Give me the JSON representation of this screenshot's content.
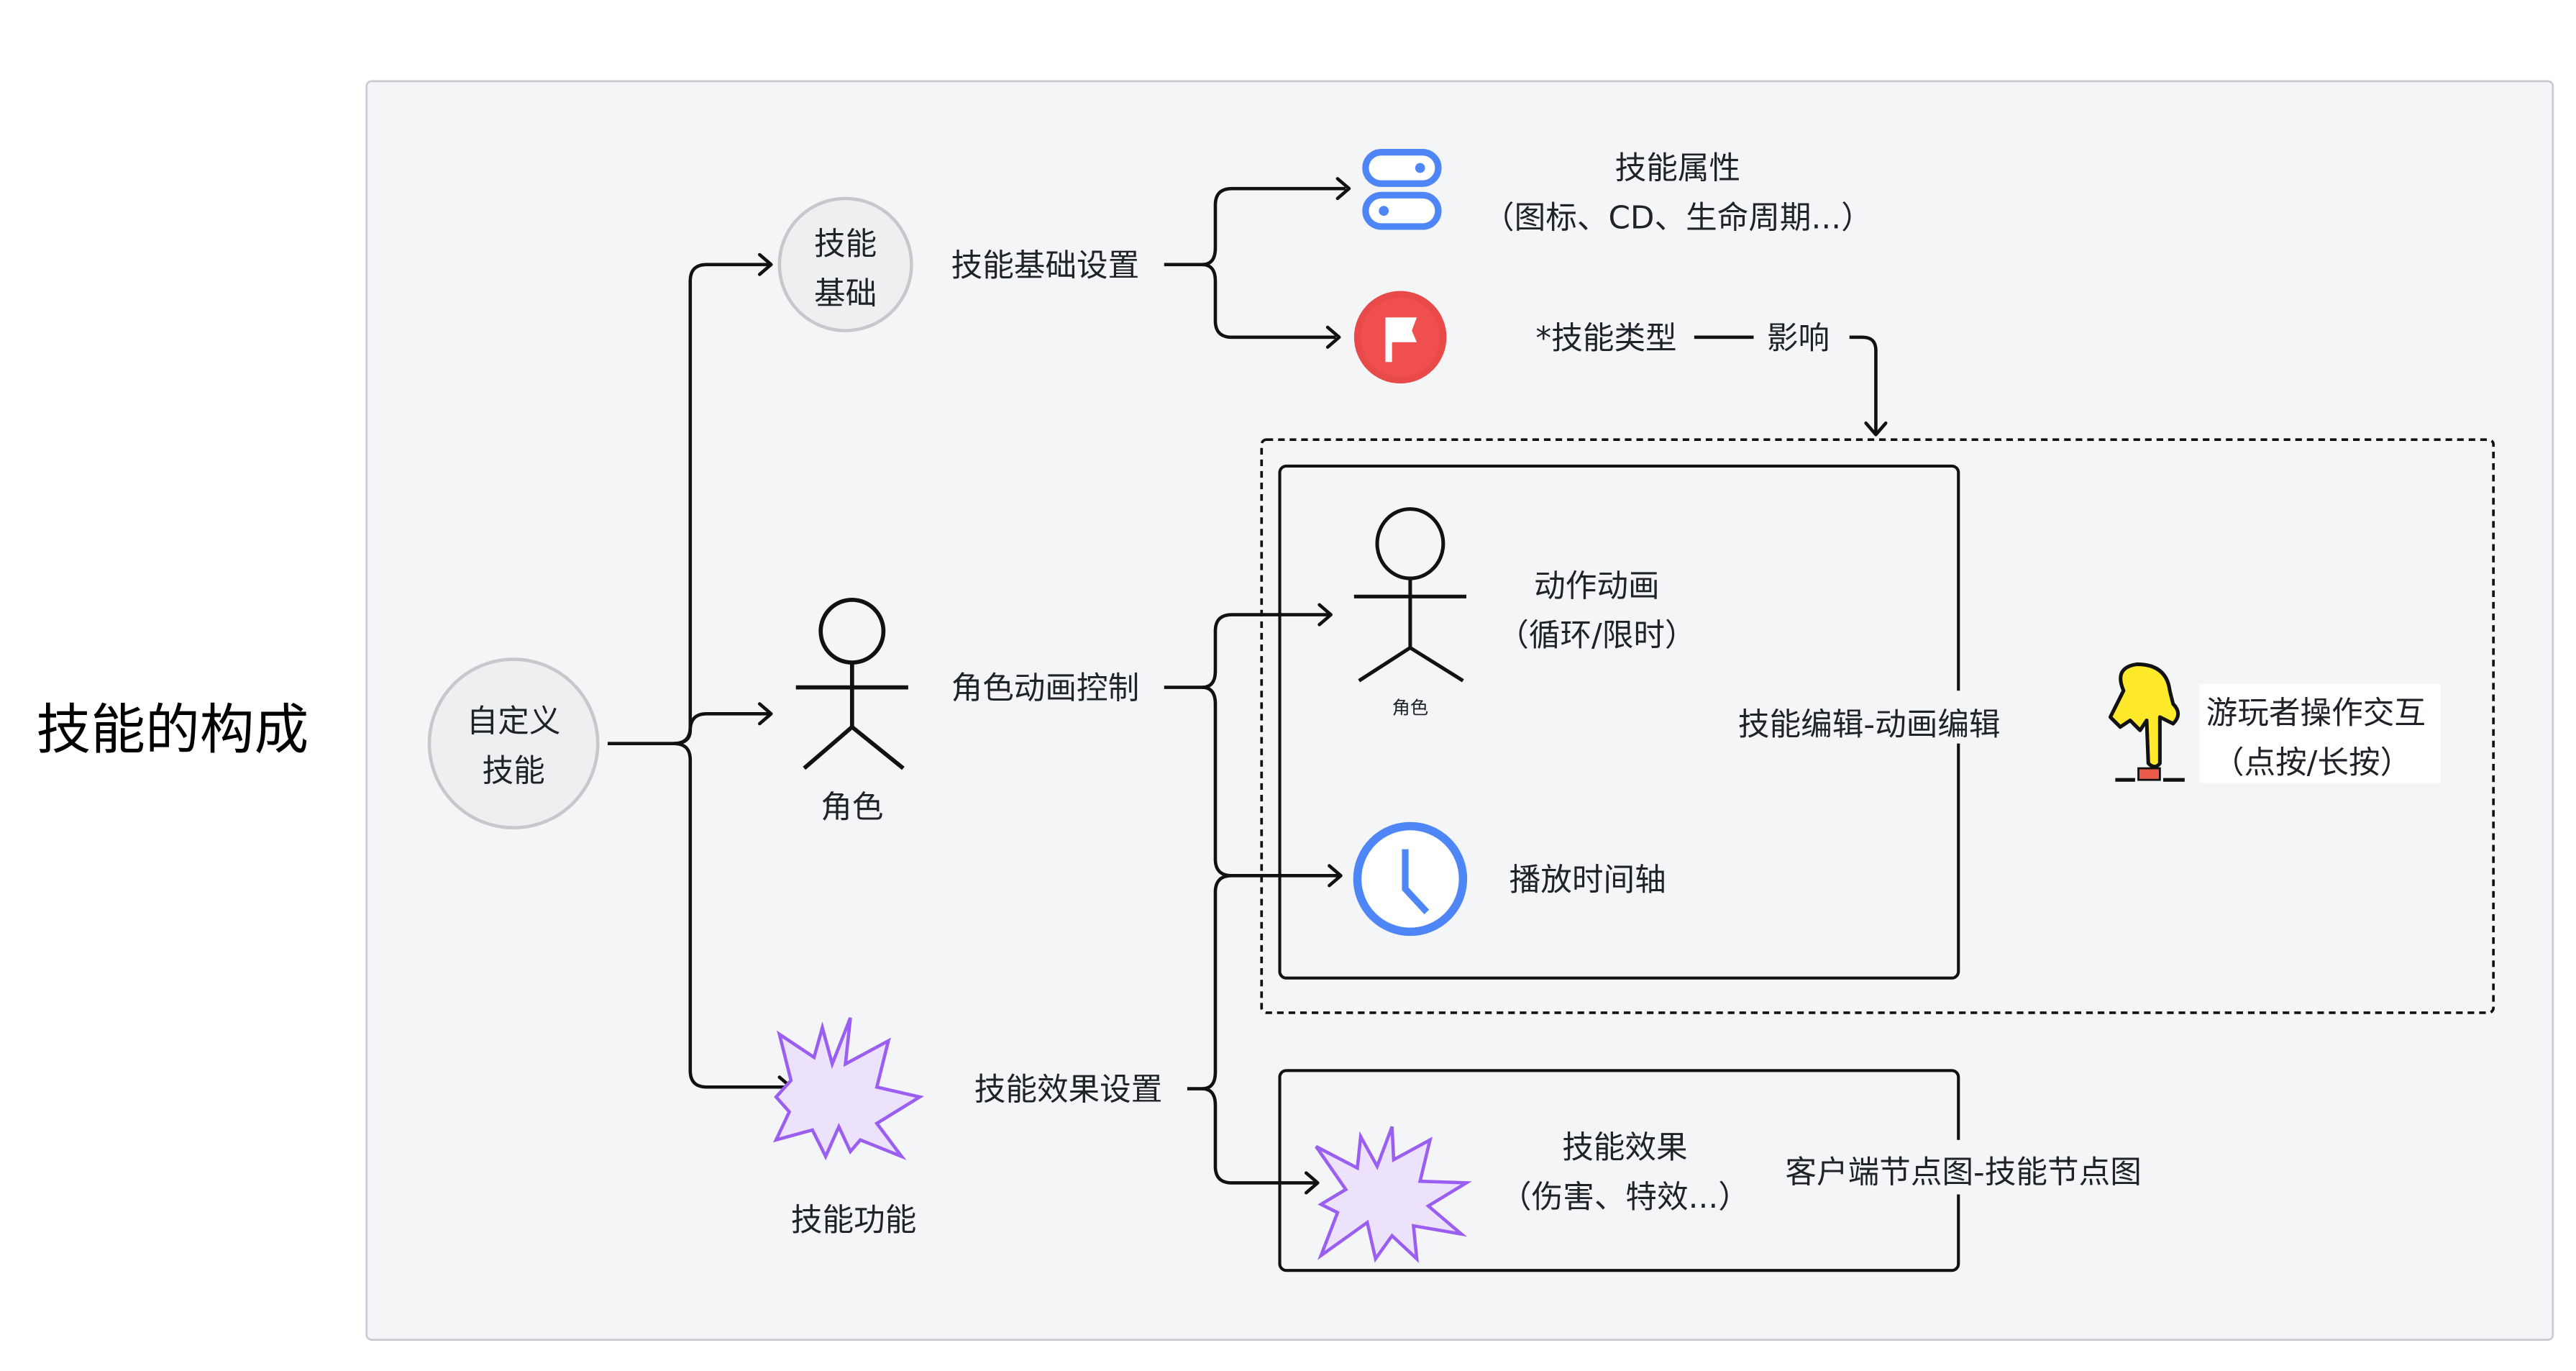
{
  "title": "技能的构成",
  "root": {
    "line1": "自定义",
    "line2": "技能"
  },
  "basics": {
    "node": {
      "line1": "技能",
      "line2": "基础"
    },
    "branch_label": "技能基础设置",
    "attributes": {
      "title": "技能属性",
      "detail": "（图标、CD、生命周期...）",
      "icon": "toggle-switches-icon"
    },
    "type": {
      "label": "*技能类型",
      "connector": "影响",
      "icon": "red-flag-icon"
    }
  },
  "character": {
    "node_label": "角色",
    "branch_label": "角色动画控制",
    "icon": "stick-figure-icon"
  },
  "function": {
    "node_label": "技能功能",
    "branch_label": "技能效果设置",
    "icon": "starburst-icon"
  },
  "animation_box": {
    "title": "技能编辑-动画编辑",
    "action": {
      "title": "动作动画",
      "detail": "（循环/限时）",
      "figure_caption": "角色"
    },
    "timeline": {
      "title": "播放时间轴",
      "icon": "clock-icon"
    }
  },
  "interaction": {
    "title": "游玩者操作交互",
    "detail": "（点按/长按）",
    "icon": "pointing-hand-icon"
  },
  "effect_box": {
    "title": "客户端节点图-技能节点图",
    "effect": {
      "title": "技能效果",
      "detail": "（伤害、特效...）"
    }
  },
  "colors": {
    "panel_bg": "#f4f5f7",
    "panel_border": "#c9cbd0",
    "node_fill": "#eeeff1",
    "node_stroke": "#c7c8cc",
    "blue": "#4e86f7",
    "red": "#e84a4a",
    "purple": "#9b5ef2",
    "purple_fill": "#ece2fb",
    "yellow": "#ffe92b"
  }
}
